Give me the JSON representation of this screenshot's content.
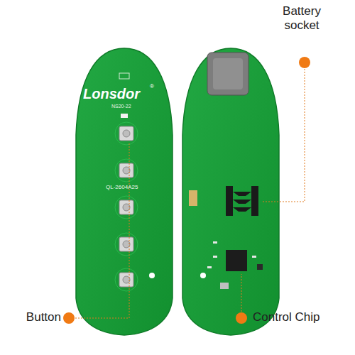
{
  "diagram": {
    "labels": [
      "Battery socket",
      "Button",
      "Control Chip",
      "Lonsdor",
      "®",
      "NS20-22",
      "QL-2604A25"
    ]
  }
}
